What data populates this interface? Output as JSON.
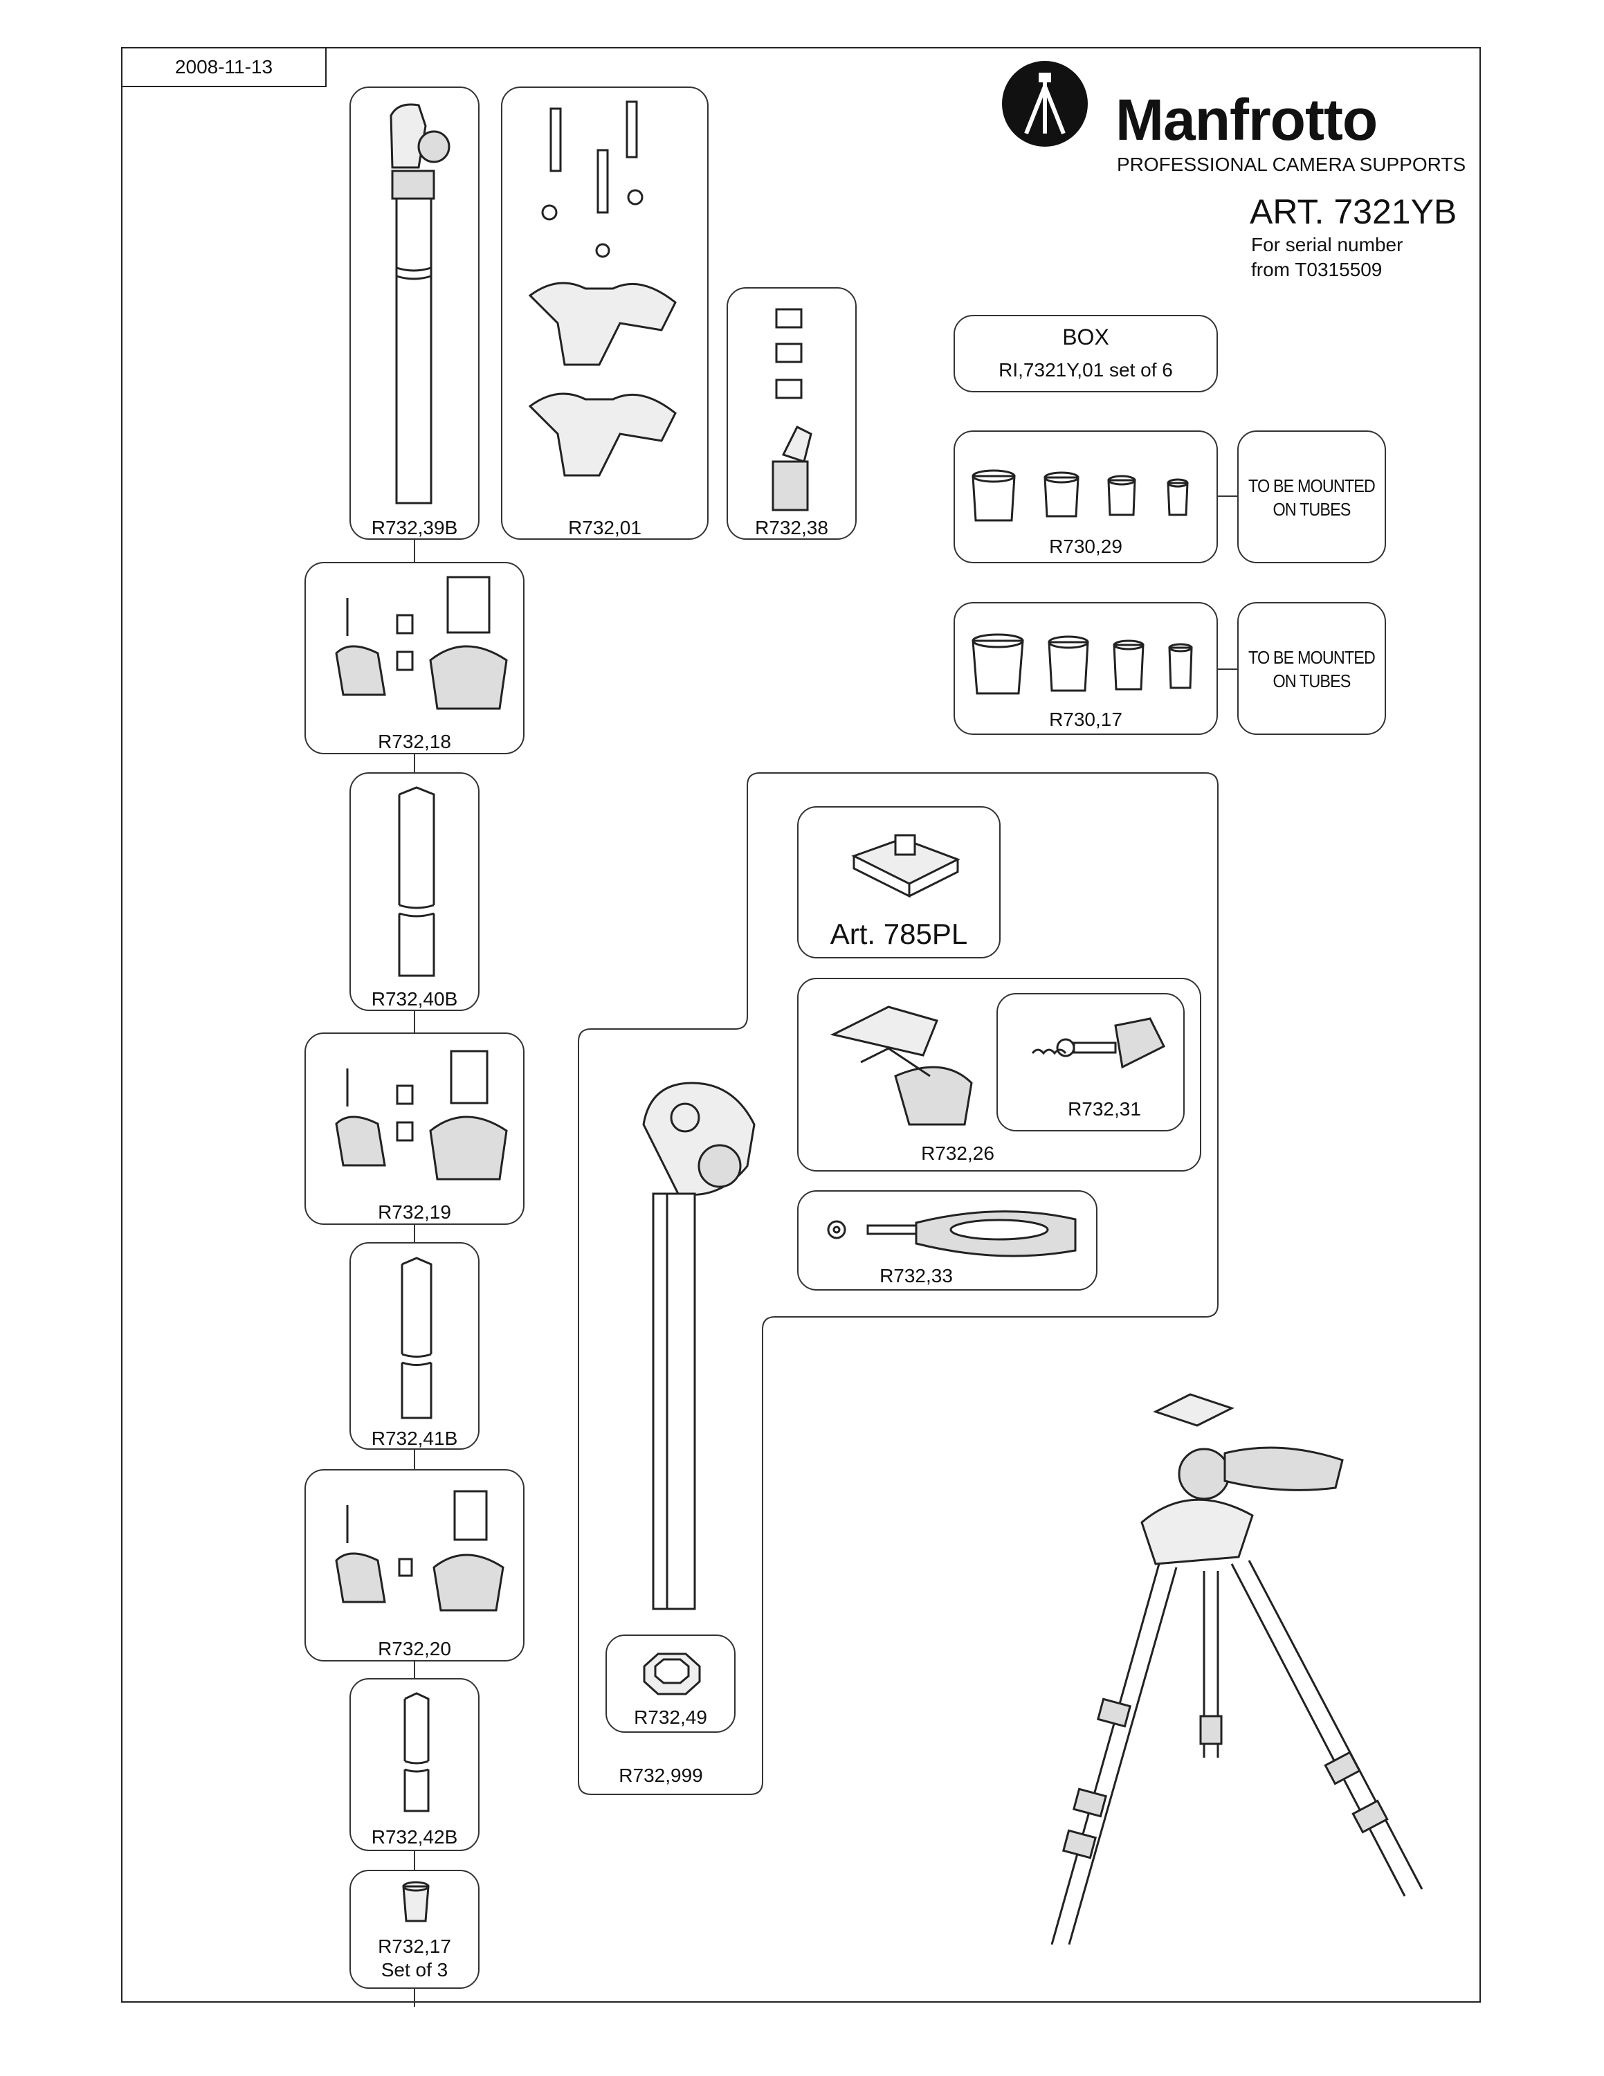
{
  "header": {
    "date": "2008-11-13",
    "brand": "Manfrotto",
    "tagline": "PROFESSIONAL CAMERA SUPPORTS",
    "article": "ART. 7321YB",
    "serial_line1": "For serial number",
    "serial_line2": "from T0315509"
  },
  "box": {
    "title": "BOX",
    "subtitle": "RI,7321Y,01 set of 6"
  },
  "mount_note": {
    "line1": "TO BE MOUNTED",
    "line2": "ON TUBES"
  },
  "parts": {
    "p39b": "R732,39B",
    "p01": "R732,01",
    "p38": "R732,38",
    "p18": "R732,18",
    "p40b": "R732,40B",
    "p19": "R732,19",
    "p41b": "R732,41B",
    "p20": "R732,20",
    "p42b": "R732,42B",
    "p17": "R732,17",
    "p17_sub": "Set of 3",
    "p29": "R730,29",
    "p730_17": "R730,17",
    "p785": "Art. 785PL",
    "p26": "R732,26",
    "p31": "R732,31",
    "p33": "R732,33",
    "p49": "R732,49",
    "p999": "R732,999"
  },
  "icons": [
    "manfrotto-logo-icon",
    "tube-icon",
    "screw-icon",
    "nut-icon",
    "leg-clamp-icon",
    "tripod-icon"
  ]
}
